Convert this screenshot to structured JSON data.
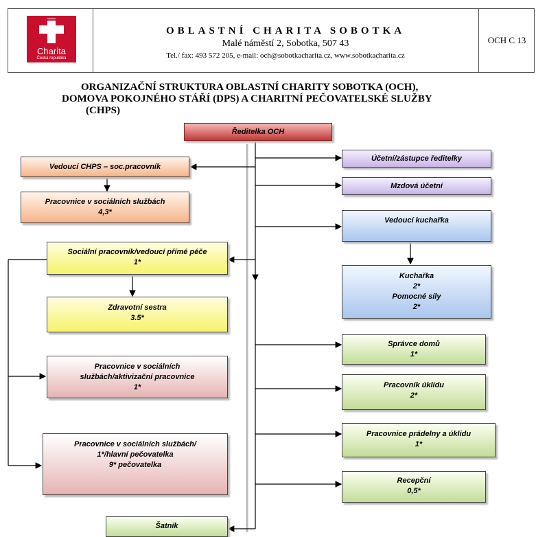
{
  "header": {
    "logo_text": "Charita",
    "logo_subtext": "Česká republika",
    "org_name": "OBLASTNÍ CHARITA SOBOTKA",
    "address": "Malé náměstí 2, Sobotka, 507 43",
    "contact": "Tel./ fax: 493 572 205, e-mail: och@sobotkacharita.cz, www.sobotkacharita.cz",
    "doc_code": "OCH C 13"
  },
  "title": {
    "line1": "ORGANIZAČNÍ STRUKTURA OBLASTNÍ CHARITY SOBOTKA (OCH),",
    "line2": "DOMOVA POKOJNÉHO STÁŘÍ (DPS) A CHARITNÍ PEČOVATELSKÉ SLUŽBY",
    "line3": "(CHPS)"
  },
  "boxes": {
    "director": "Ředitelka OCH",
    "chps_head": "Vedoucí CHPS – soc.pracovník",
    "chps_workers": {
      "line1": "Pracovnice v sociálních službách",
      "line2": "4,3*"
    },
    "social_worker": {
      "line1": "Sociální pracovník/vedoucí přímé péče",
      "line2": "1*"
    },
    "nurse": {
      "line1": "Zdravotní sestra",
      "line2": "3.5*"
    },
    "activation": {
      "line1": "Pracovnice v sociálních",
      "line2": "službách/aktivizační pracovnice",
      "line3": "1*"
    },
    "care": {
      "line1": "Pracovnice v sociálních službách/",
      "line2": "1*/hlavní pečovatelka",
      "line3": "9* pečovatelka"
    },
    "wardrobe": "Šatník",
    "accountant": "Účetní/zástupce ředitelky",
    "payroll": "Mzdová účetní",
    "head_cook": "Vedoucí kuchařka",
    "kitchen": {
      "line1": "Kuchařka",
      "line2": "2*",
      "line3": "Pomocné síly",
      "line4": "2*"
    },
    "caretaker": {
      "line1": "Správce domů",
      "line2": "1*"
    },
    "cleaner": {
      "line1": "Pracovník úklidu",
      "line2": "2*"
    },
    "laundry": {
      "line1": "Pracovnice prádelny a úklidu",
      "line2": "1*"
    },
    "reception": {
      "line1": "Recepční",
      "line2": "0,5*"
    }
  },
  "colors": {
    "director": "#c23a3a",
    "chps": "#f6b48a",
    "social": "#f6f36a",
    "dps_care": "#e6b3b3",
    "admin": "#c9b4e6",
    "kitchen": "#aac6ee",
    "operations": "#c3dc98"
  }
}
